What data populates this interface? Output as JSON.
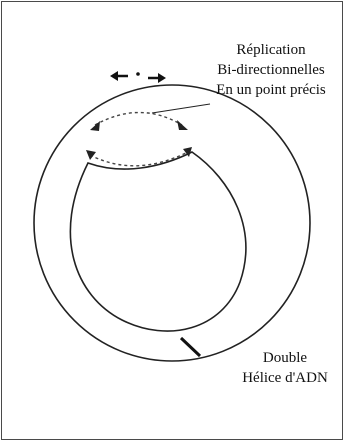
{
  "labels": {
    "replication": [
      "Réplication",
      "Bi-directionnelles",
      "En un point précis"
    ],
    "dna": [
      "Double",
      "Hélice d'ADN"
    ]
  },
  "colors": {
    "stroke": "#222222",
    "dashed": "#444444",
    "border": "#4a4a4a"
  }
}
